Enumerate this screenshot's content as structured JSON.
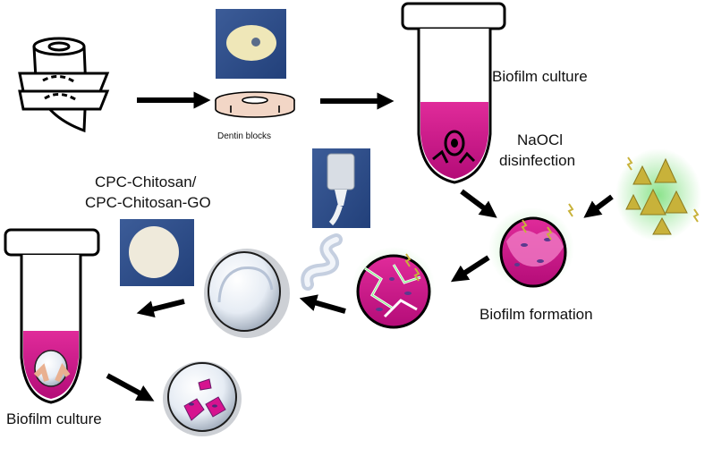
{
  "labels": {
    "dentin_blocks": "Dentin blocks",
    "biofilm_culture_top": "Biofilm culture",
    "naocl_line1": "NaOCl",
    "naocl_line2": "disinfection",
    "cpc_line1": "CPC-Chitosan/",
    "cpc_line2": "CPC-Chitosan-GO",
    "biofilm_formation": "Biofilm formation",
    "biofilm_culture_bottom": "Biofilm culture"
  },
  "colors": {
    "biofilm_magenta": "#d6138f",
    "photo_blue": "#2f4f8f",
    "disinfectant_green": "#7fe07f",
    "arrow": "#000000"
  },
  "icons": [
    "tooth-root-icon",
    "dentin-disc-icon",
    "tube-icon",
    "syringe-icon",
    "cement-paste-icon",
    "disinfectant-drops-icon",
    "bacteria-icon"
  ]
}
